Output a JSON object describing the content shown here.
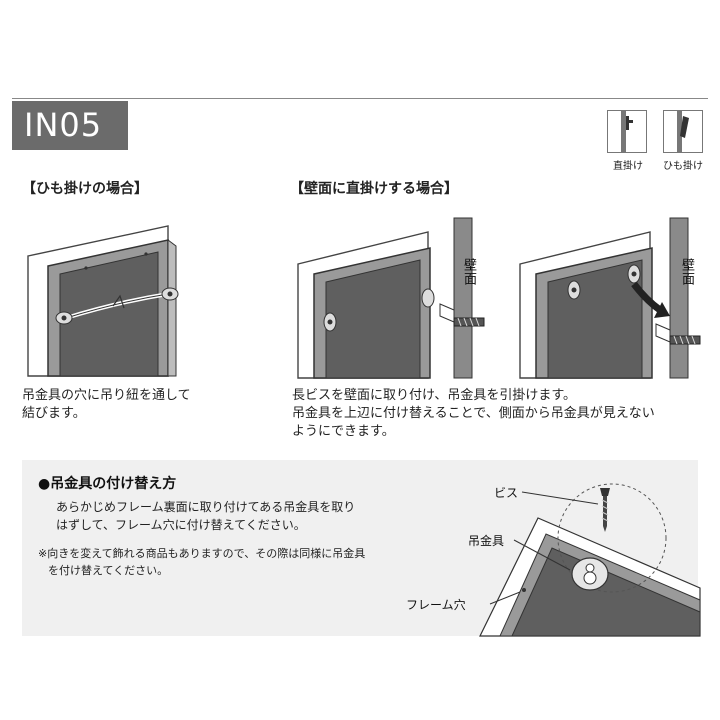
{
  "header": {
    "code": "IN05"
  },
  "mount_types": {
    "direct": "直掛け",
    "string": "ひも掛け"
  },
  "section_string": {
    "title": "【ひも掛けの場合】",
    "lines": [
      "吊金具の穴に吊り紐を通して",
      "結びます。"
    ]
  },
  "section_wall": {
    "title": "【壁面に直掛けする場合】",
    "wall_label": "壁面",
    "lines": [
      "長ビスを壁面に取り付け、吊金具を引掛けます。",
      "吊金具を上辺に付け替えることで、側面から吊金具が見えない",
      "ようにできます。"
    ]
  },
  "info": {
    "title": "●吊金具の付け替え方",
    "lines": [
      "あらかじめフレーム裏面に取り付けてある吊金具を取り",
      "はずして、フレーム穴に付け替えてください。"
    ],
    "note_lines": [
      "※向きを変えて飾れる商品もありますので、その際は同様に吊金具",
      "を付け替えてください。"
    ],
    "labels": {
      "screw": "ビス",
      "hanger": "吊金具",
      "frame_hole": "フレーム穴"
    }
  }
}
